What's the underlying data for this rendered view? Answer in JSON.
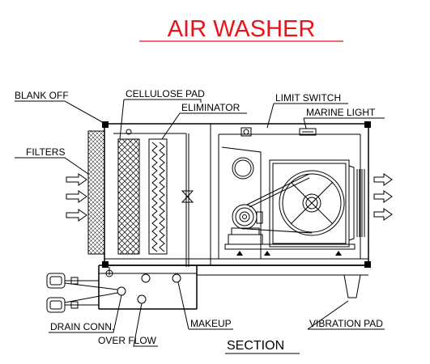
{
  "title": "AIR WASHER",
  "section_label": "SECTION",
  "title_color": "#e8141b",
  "labels": {
    "blank_off": "BLANK OFF",
    "cellulose_pad": "CELLULOSE PAD",
    "eliminator": "ELIMINATOR",
    "limit_switch": "LIMIT SWITCH",
    "marine_light": "MARINE LIGHT",
    "filters": "FILTERS",
    "drain_conn": "DRAIN CONN.",
    "makeup": "MAKEUP",
    "vibration_pad": "VIBRATION PAD",
    "over_flow": "OVER FLOW"
  }
}
